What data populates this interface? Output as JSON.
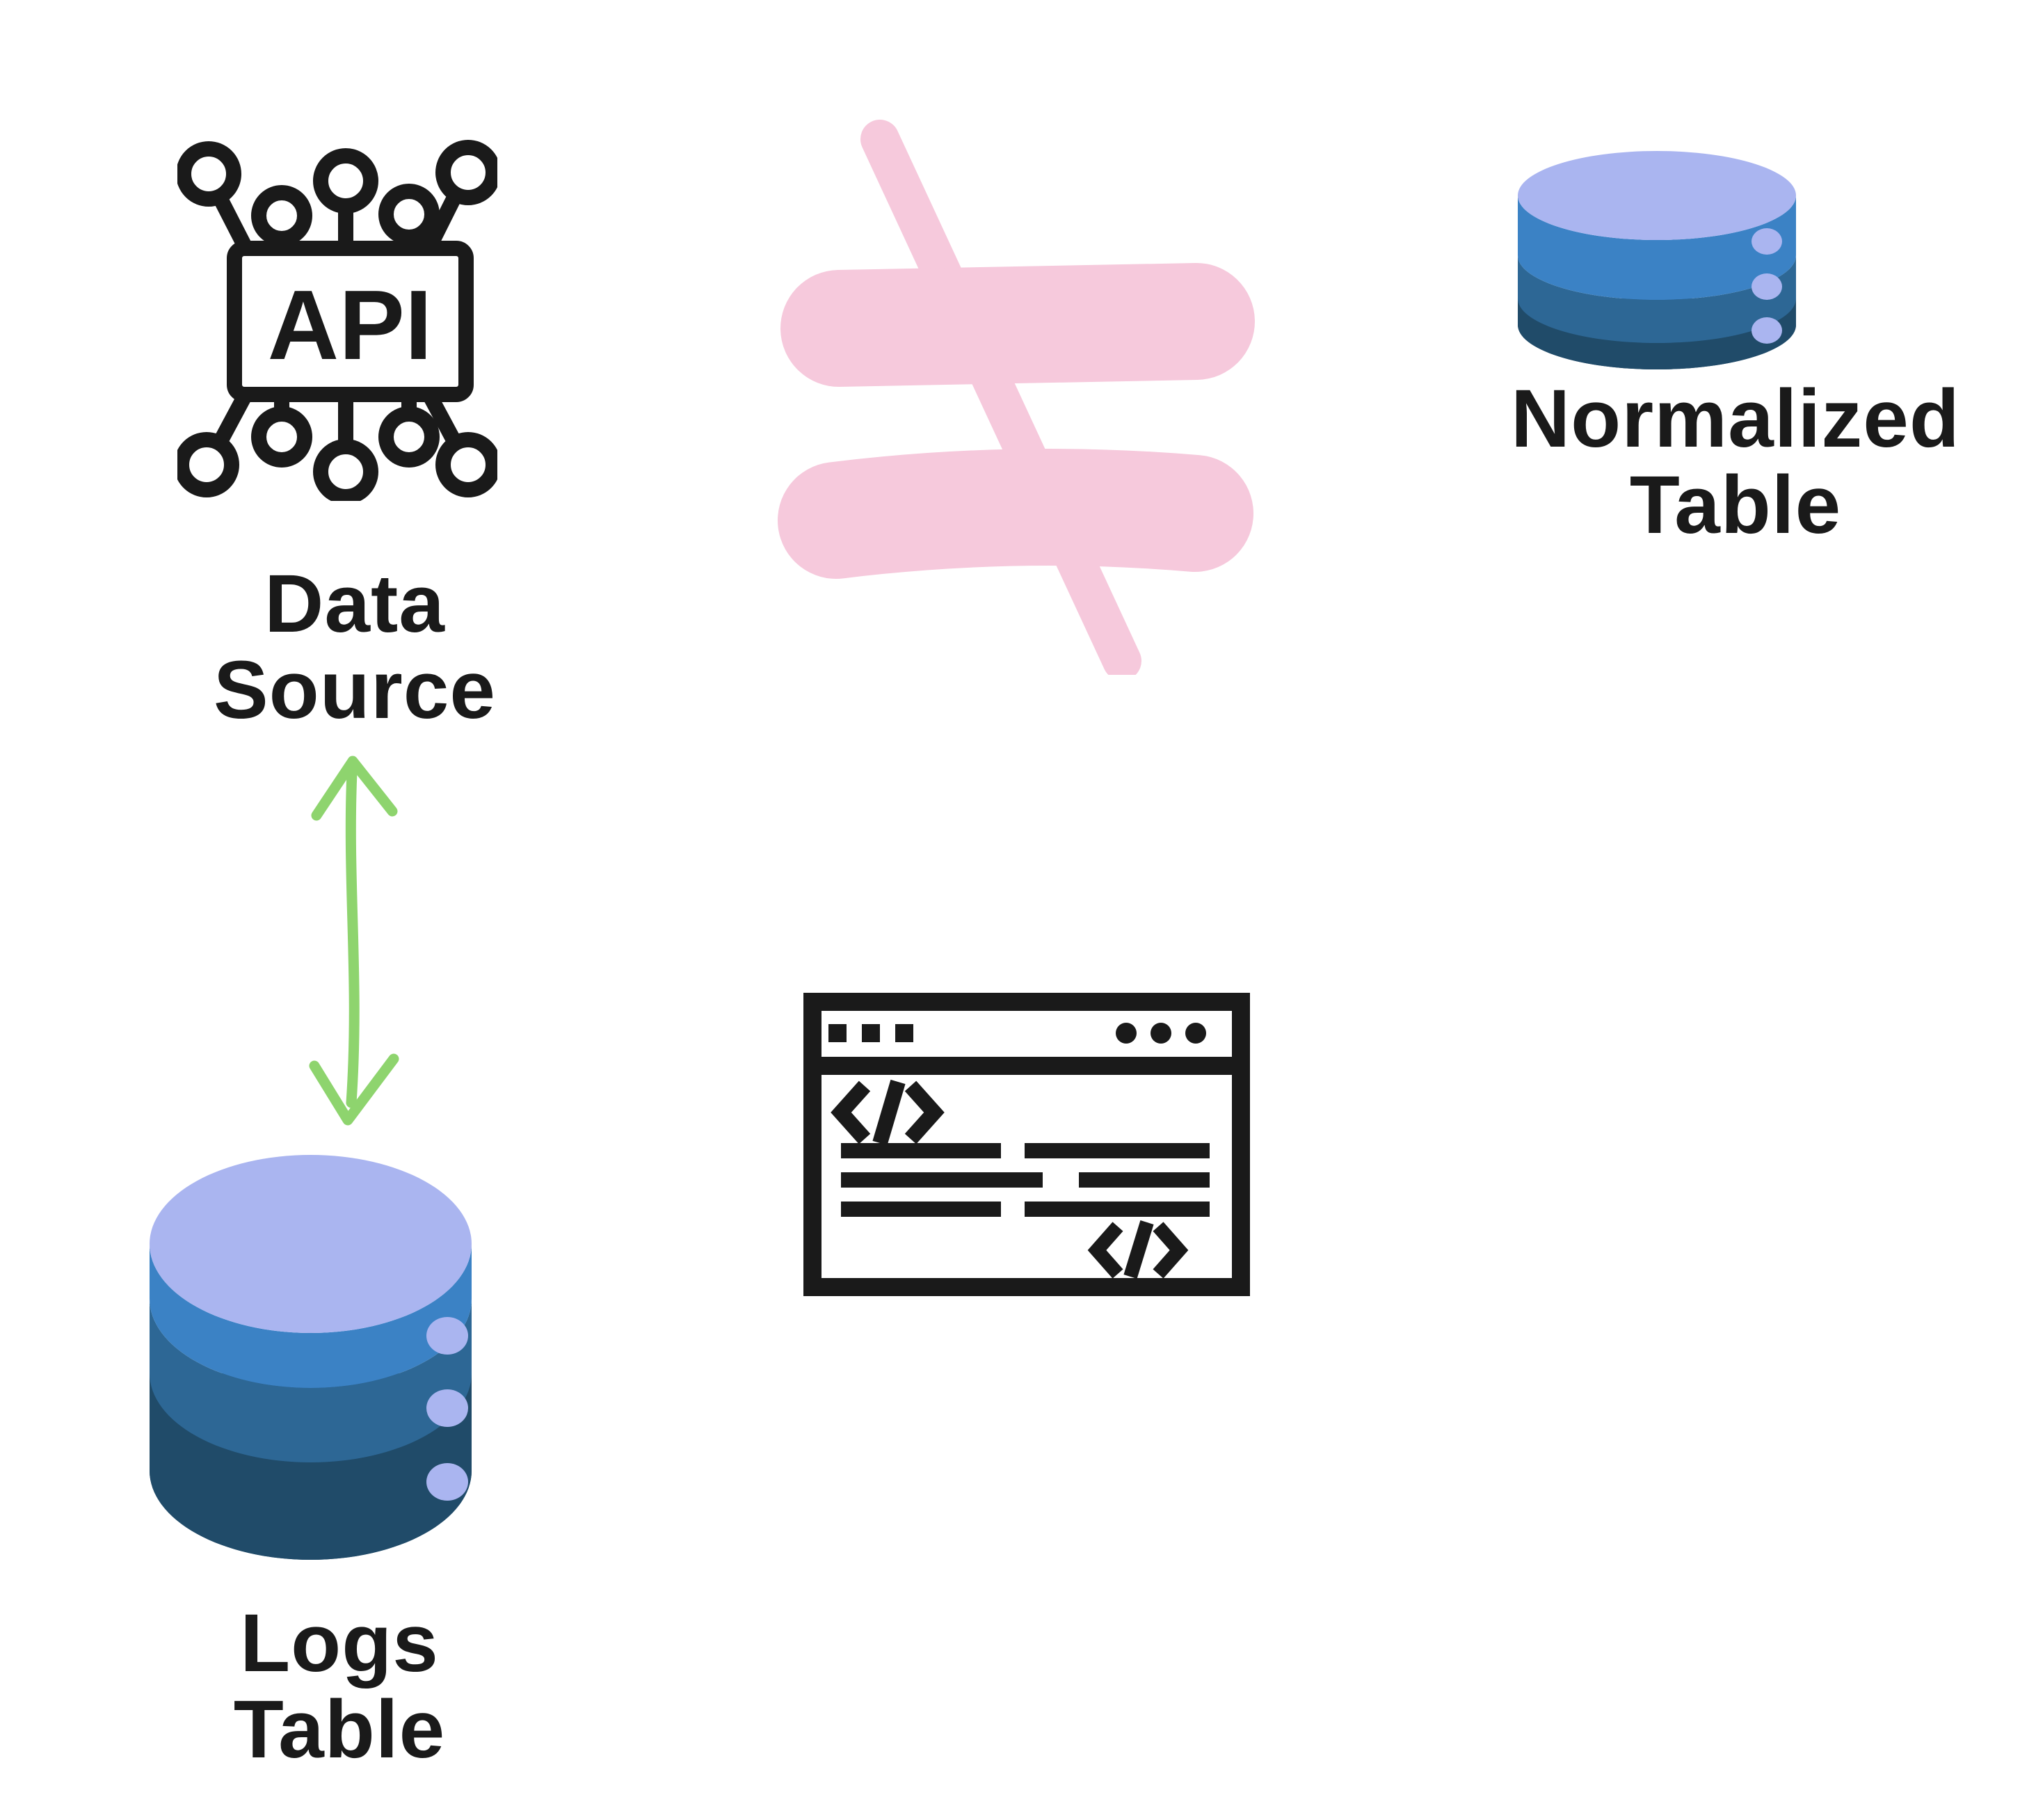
{
  "colors": {
    "background": "#ffffff",
    "ink": "#1a1a1a",
    "pink": "#f6c9dc",
    "green": "#8ed46e",
    "db_top": "#aab5f0",
    "db_band1": "#3b82c5",
    "db_band2": "#2d6795",
    "db_band3": "#204b69"
  },
  "diagram": {
    "nodes": {
      "data_source": {
        "label_line1": "Data",
        "label_line2": "Source",
        "icon": "api-network-icon",
        "icon_text": "API"
      },
      "logs_table": {
        "label_line1": "Logs",
        "label_line2": "Table",
        "icon": "database-cylinder-icon"
      },
      "normalized_table": {
        "label_line1": "Normalized",
        "label_line2": "Table",
        "icon": "database-cylinder-icon"
      }
    },
    "connectors": {
      "sync_arrow": {
        "icon": "double-headed-arrow-icon",
        "connects": [
          "Data Source",
          "Logs Table"
        ],
        "style": "hand-drawn",
        "color_key": "green"
      },
      "not_equal": {
        "icon": "not-equal-icon",
        "between": [
          "Logs Table",
          "Normalized Table"
        ],
        "style": "hand-drawn",
        "color_key": "pink"
      }
    },
    "misc": {
      "code_window": {
        "icon": "code-window-icon",
        "color_key": "ink"
      }
    }
  }
}
